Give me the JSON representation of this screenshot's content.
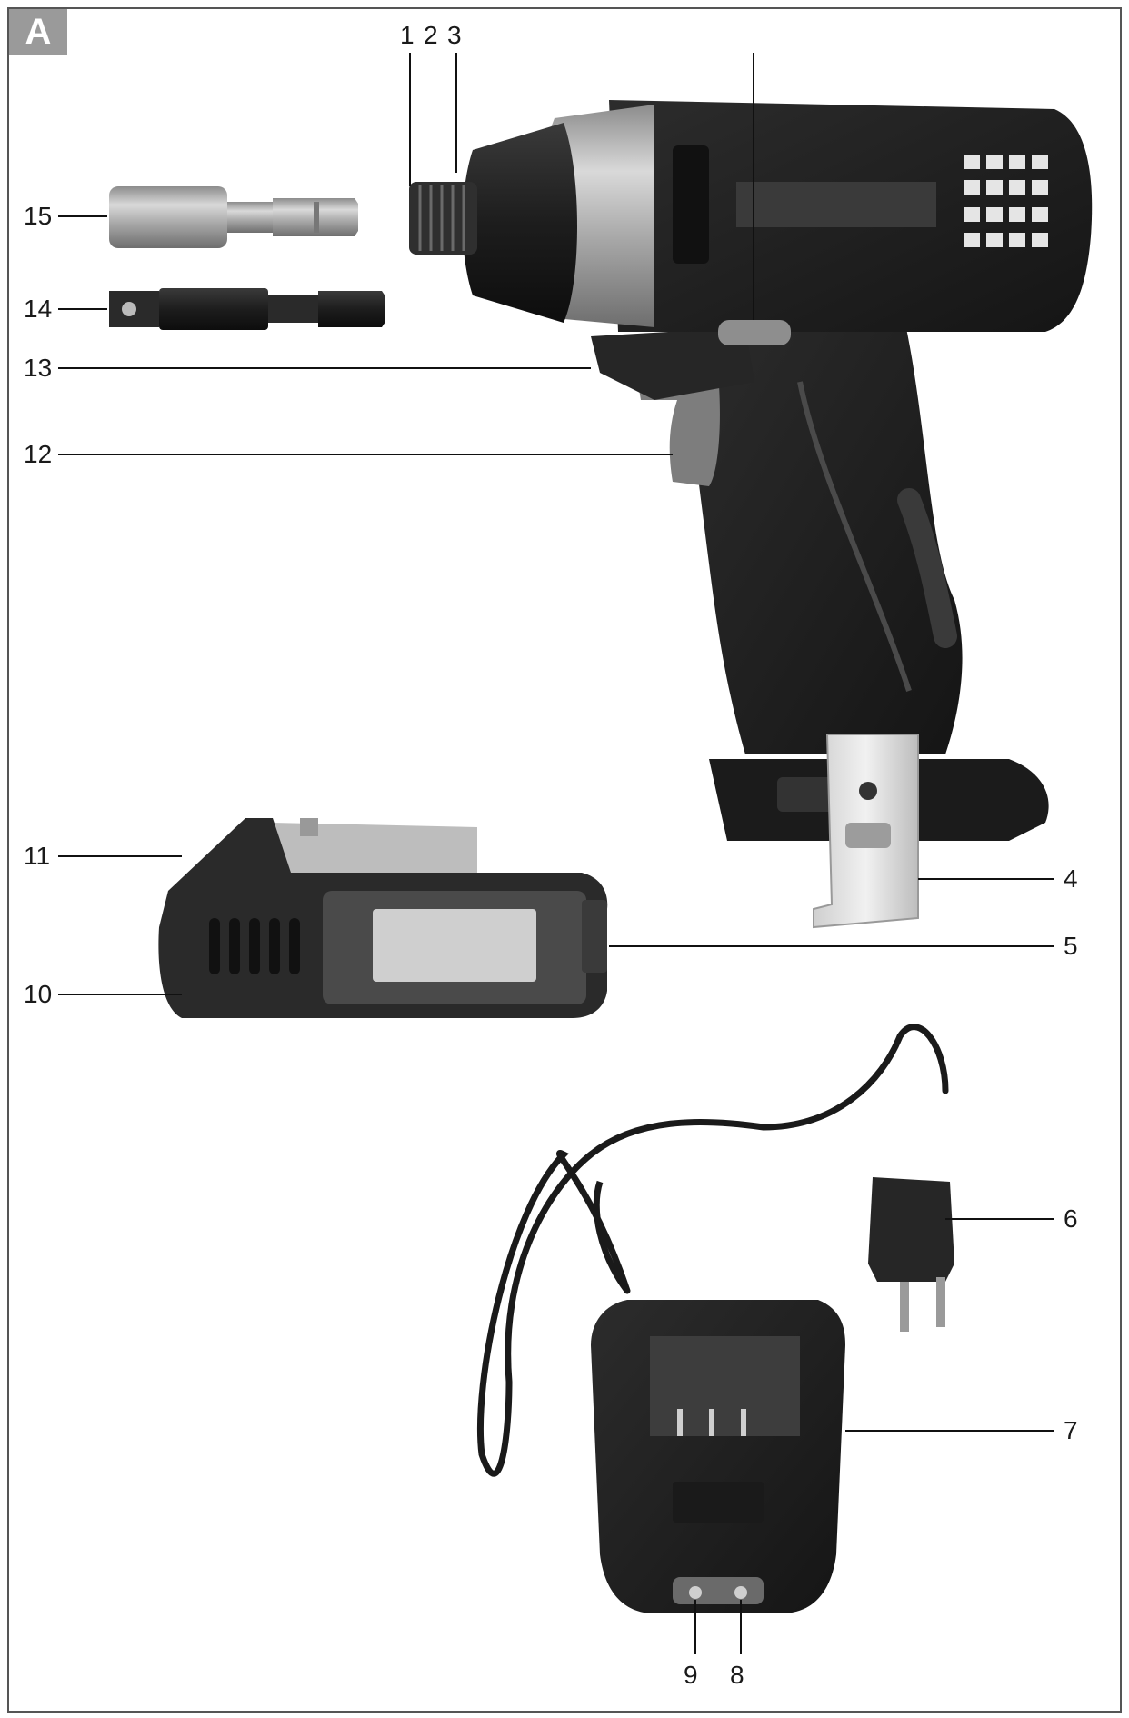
{
  "figure_badge": "A",
  "callouts": {
    "c1": "1",
    "c2": "2",
    "c3": "3",
    "c4": "4",
    "c5": "5",
    "c6": "6",
    "c7": "7",
    "c8": "8",
    "c9": "9",
    "c10": "10",
    "c11": "11",
    "c12": "12",
    "c13": "13",
    "c14": "14",
    "c15": "15"
  }
}
